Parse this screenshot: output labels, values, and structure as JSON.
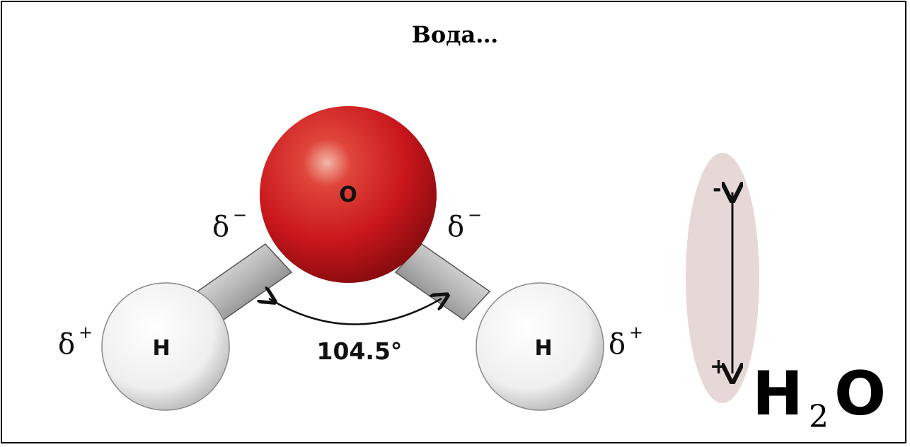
{
  "title": "Вода…",
  "molecule": {
    "oxygen_label": "O",
    "hydrogen_left_label": "H",
    "hydrogen_right_label": "H",
    "oxygen_charge_left": "δ",
    "oxygen_charge_left_sign": "−",
    "oxygen_charge_right": "δ",
    "oxygen_charge_right_sign": "−",
    "hydrogen_charge_left": "δ",
    "hydrogen_charge_left_sign": "+",
    "hydrogen_charge_right": "δ",
    "hydrogen_charge_right_sign": "+",
    "bond_angle": "104.5°"
  },
  "dipole": {
    "negative_pole": "-",
    "positive_pole": "+"
  },
  "formula": {
    "element1": "H",
    "subscript": "2",
    "element2": "O"
  },
  "colors": {
    "oxygen": "#c8161c",
    "hydrogen": "#f2f2f2",
    "dipole_ellipse": "#e6d8d6",
    "bond": "#9a9a9a"
  }
}
